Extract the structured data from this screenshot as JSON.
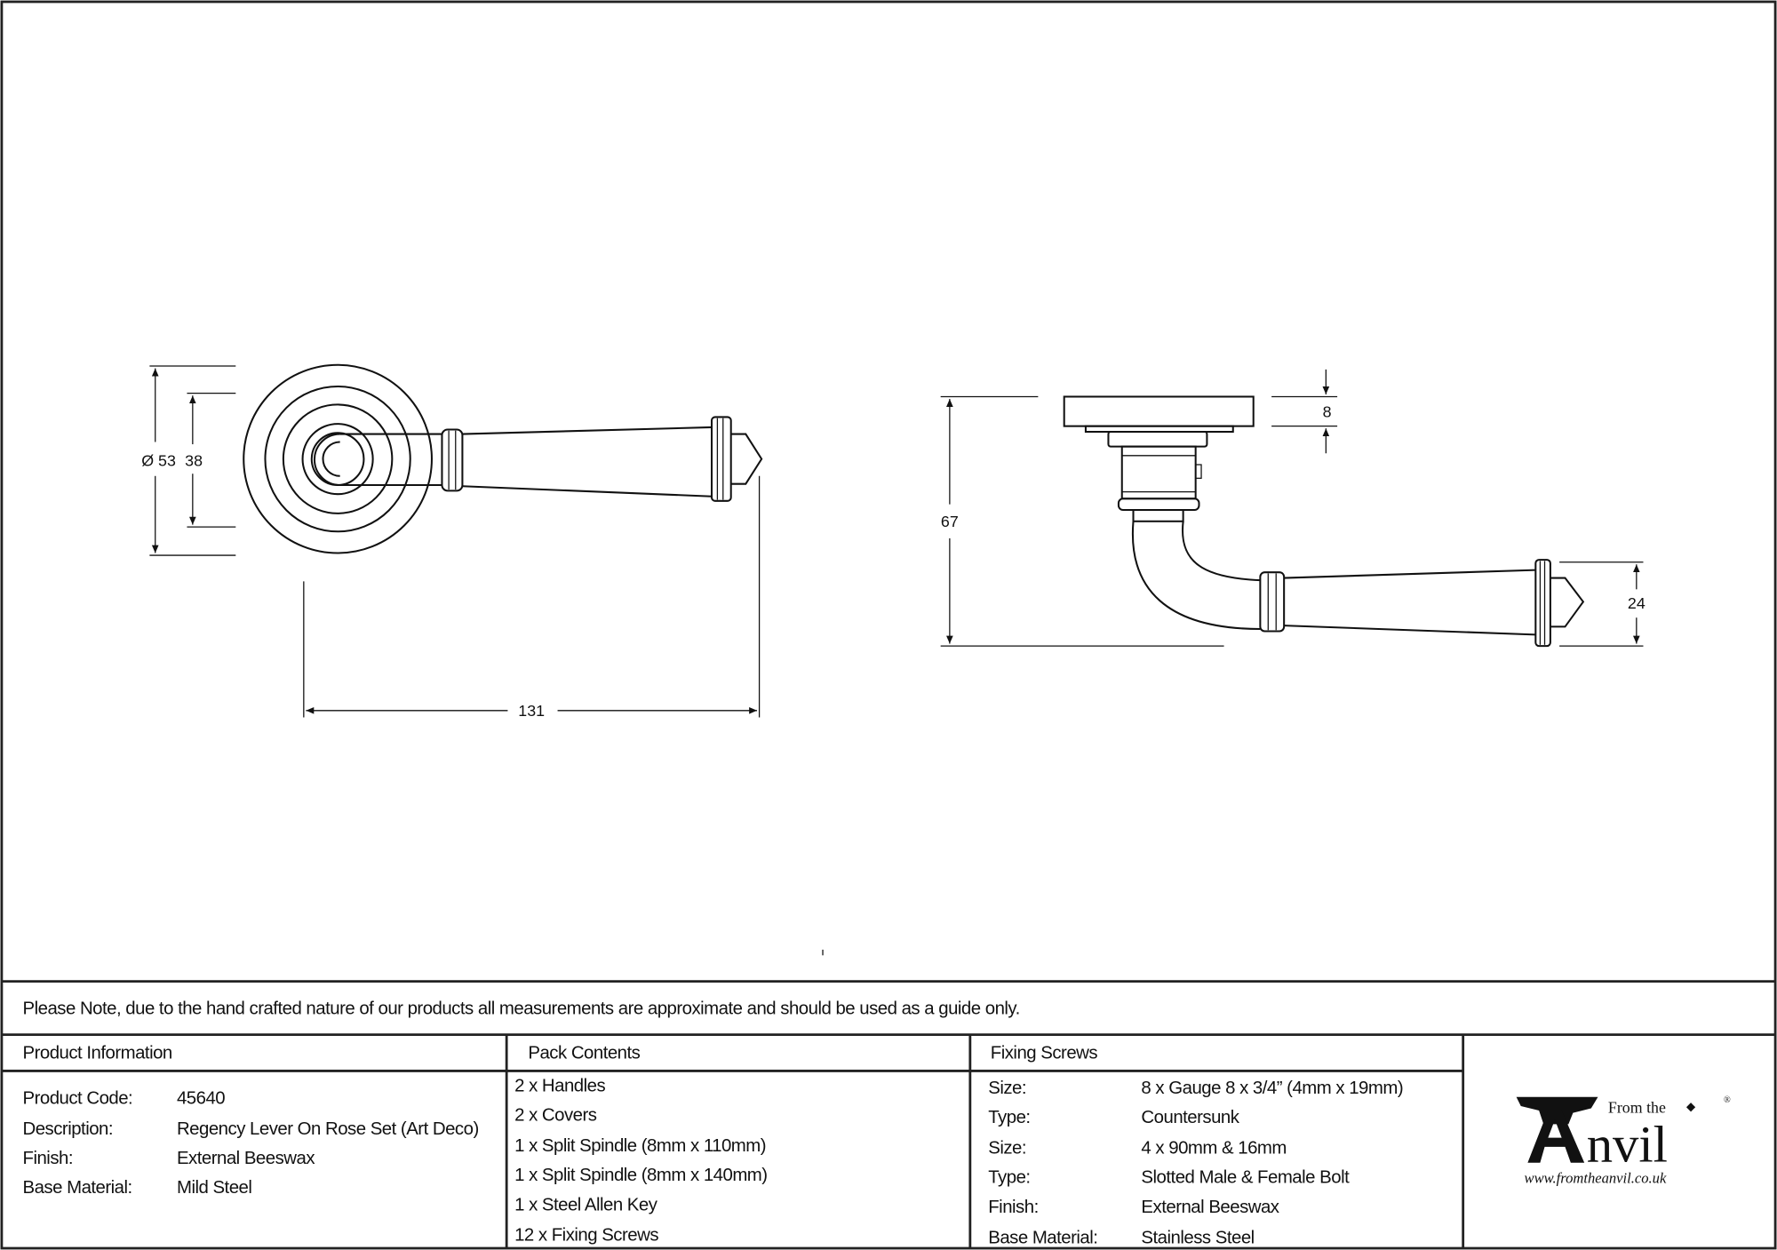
{
  "dimensions": {
    "rose_diameter": "Ø 53",
    "inner_diameter": "38",
    "length": "131",
    "height": "67",
    "rose_thickness": "8",
    "lever_depth": "24"
  },
  "note": "Please Note, due to the hand crafted nature of our products all measurements are approximate and should be used as a guide only.",
  "product_information": {
    "heading": "Product Information",
    "rows": [
      {
        "label": "Product Code:",
        "value": "45640"
      },
      {
        "label": "Description:",
        "value": "Regency Lever On Rose Set (Art Deco)"
      },
      {
        "label": "Finish:",
        "value": "External Beeswax"
      },
      {
        "label": "Base Material:",
        "value": "Mild Steel"
      }
    ]
  },
  "pack_contents": {
    "heading": "Pack Contents",
    "items": [
      "2 x Handles",
      "2 x Covers",
      "1 x Split Spindle (8mm x 110mm)",
      "1 x Split Spindle (8mm x 140mm)",
      "1 x Steel Allen Key",
      "12 x Fixing Screws"
    ]
  },
  "fixing_screws": {
    "heading": "Fixing Screws",
    "rows": [
      {
        "label": "Size:",
        "value": "8 x Gauge 8 x 3/4” (4mm x 19mm)"
      },
      {
        "label": "Type:",
        "value": "Countersunk"
      },
      {
        "label": "Size:",
        "value": "4 x 90mm & 16mm"
      },
      {
        "label": "Type:",
        "value": "Slotted Male & Female Bolt"
      },
      {
        "label": "Finish:",
        "value": "External Beeswax"
      },
      {
        "label": "Base Material:",
        "value": "Stainless Steel"
      }
    ]
  },
  "logo": {
    "top": "From the",
    "name": "Anvil",
    "url": "www.fromtheanvil.co.uk",
    "mark": "®"
  }
}
